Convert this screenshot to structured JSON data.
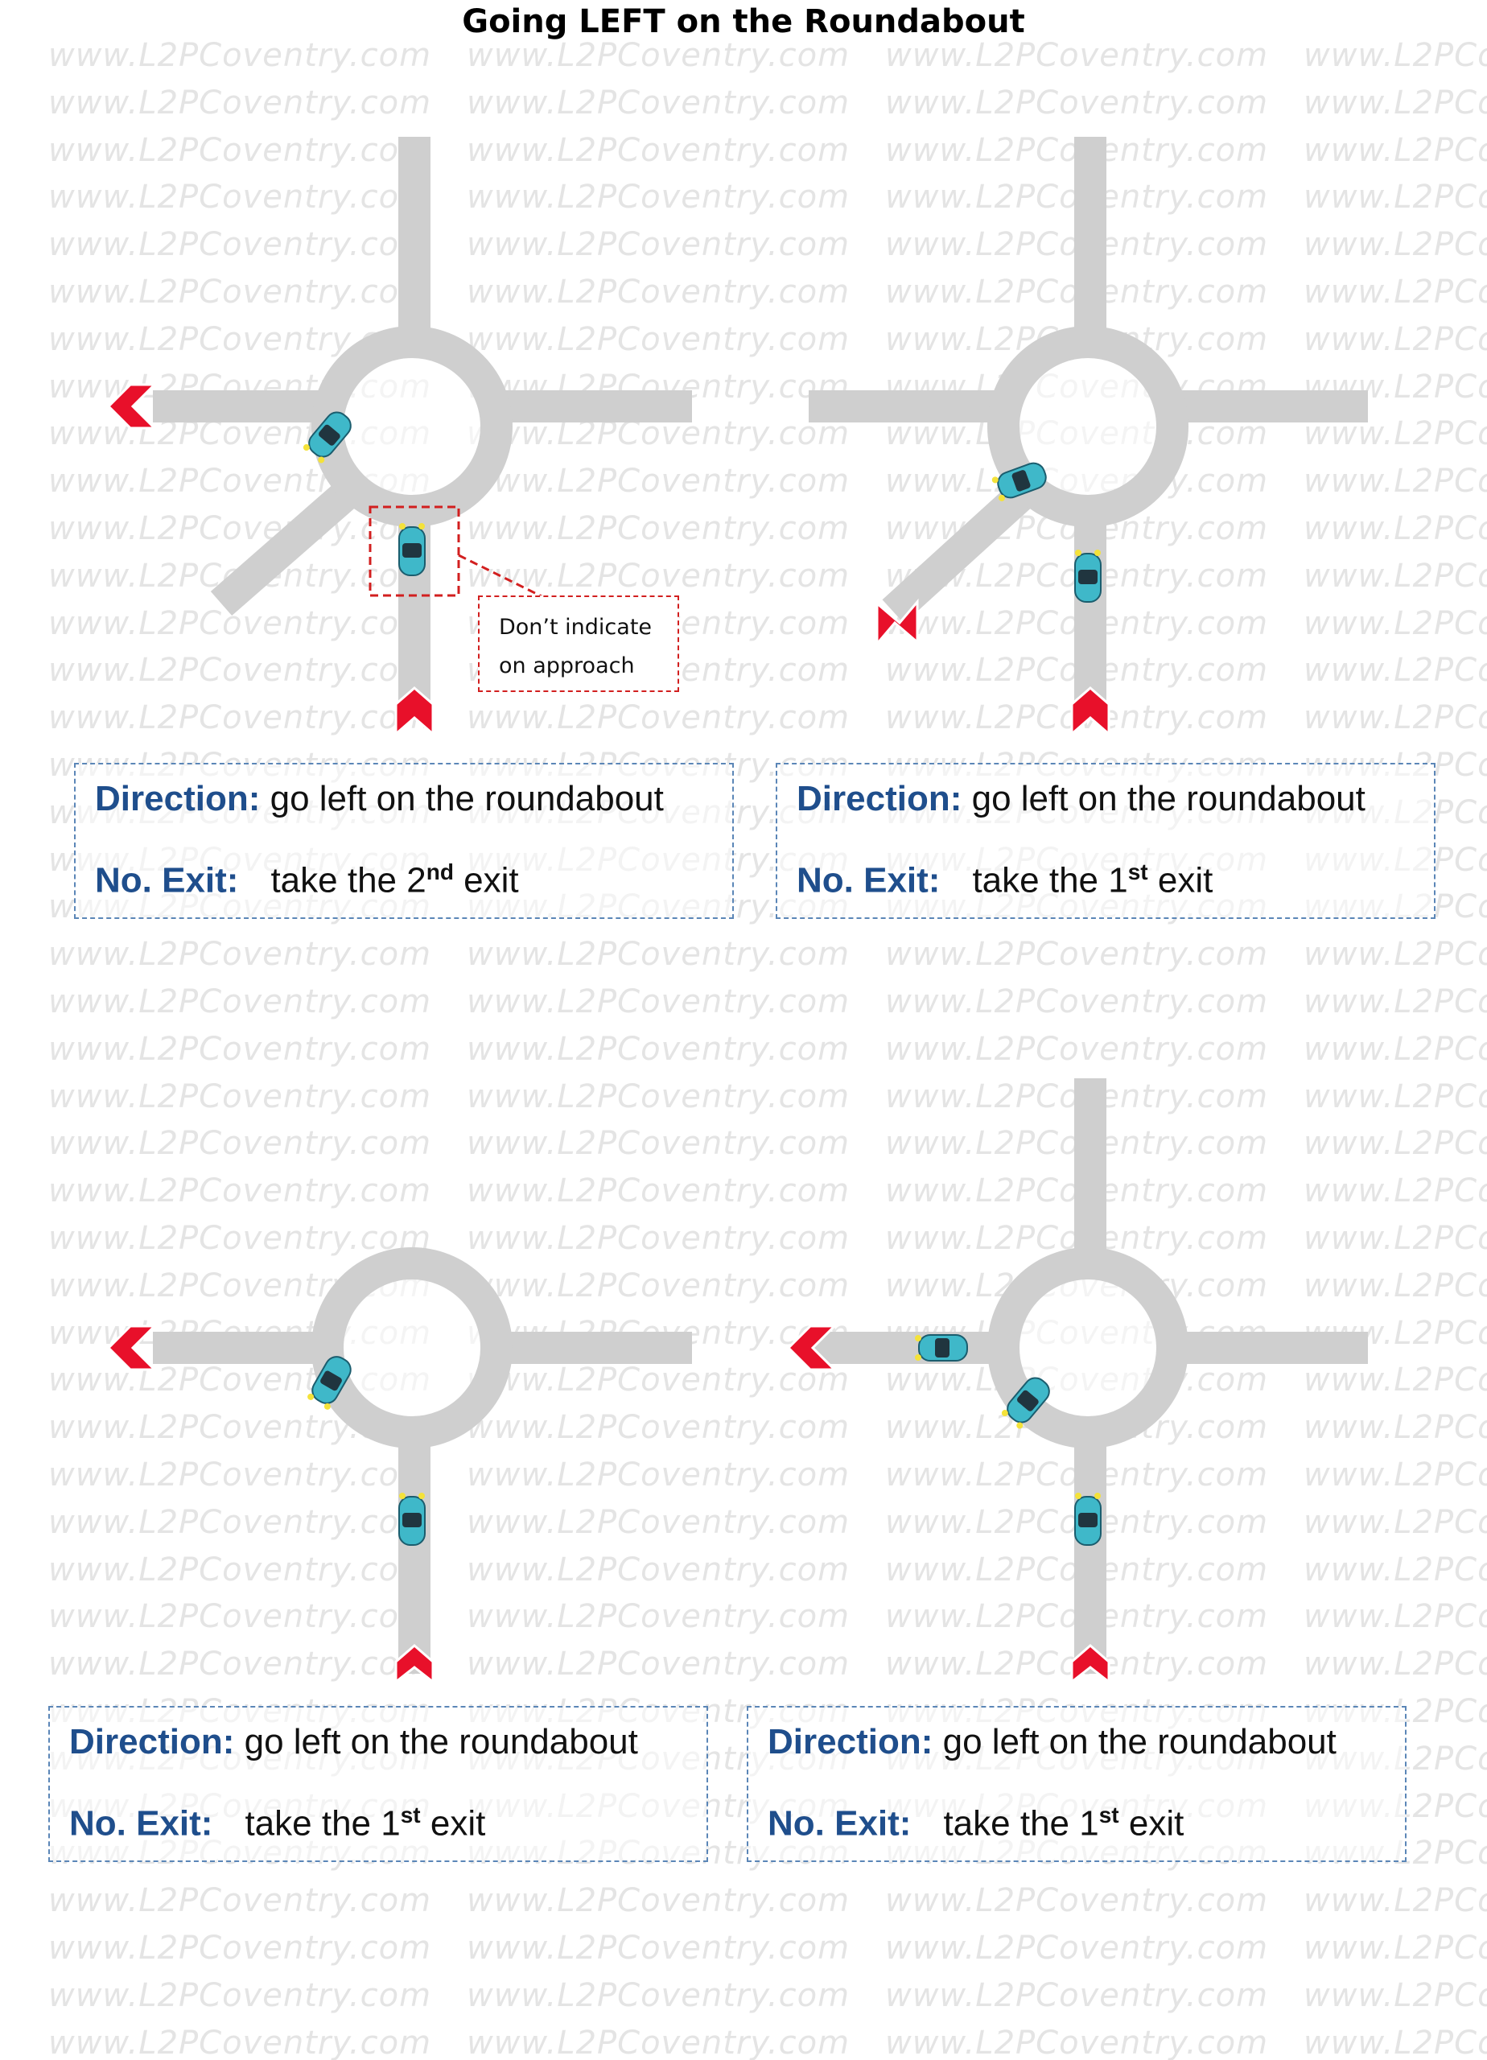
{
  "title": "Going LEFT on the Roundabout",
  "watermark_text": "www.L2PCoventry.com",
  "colors": {
    "road": "#cfcfcf",
    "arrow": "#e8102a",
    "label_blue": "#1f4e8c",
    "box_border": "#5b86b7",
    "callout_border": "#d21f1f",
    "car": "#3fb8c9"
  },
  "callout": {
    "line1": "Don’t indicate",
    "line2": "on approach"
  },
  "panels": [
    {
      "direction_label": "Direction:",
      "direction_text": "go left on the roundabout",
      "exit_label": "No. Exit:",
      "exit_prefix": "take the 2",
      "exit_sup": "nd",
      "exit_suffix": " exit"
    },
    {
      "direction_label": "Direction:",
      "direction_text": "go left on the roundabout",
      "exit_label": "No. Exit:",
      "exit_prefix": "take the 1",
      "exit_sup": "st",
      "exit_suffix": " exit"
    },
    {
      "direction_label": "Direction:",
      "direction_text": "go left on the roundabout",
      "exit_label": "No. Exit:",
      "exit_prefix": "take the 1",
      "exit_sup": "st",
      "exit_suffix": " exit"
    },
    {
      "direction_label": "Direction:",
      "direction_text": "go left on the roundabout",
      "exit_label": "No. Exit:",
      "exit_prefix": "take the 1",
      "exit_sup": "st",
      "exit_suffix": " exit"
    }
  ]
}
